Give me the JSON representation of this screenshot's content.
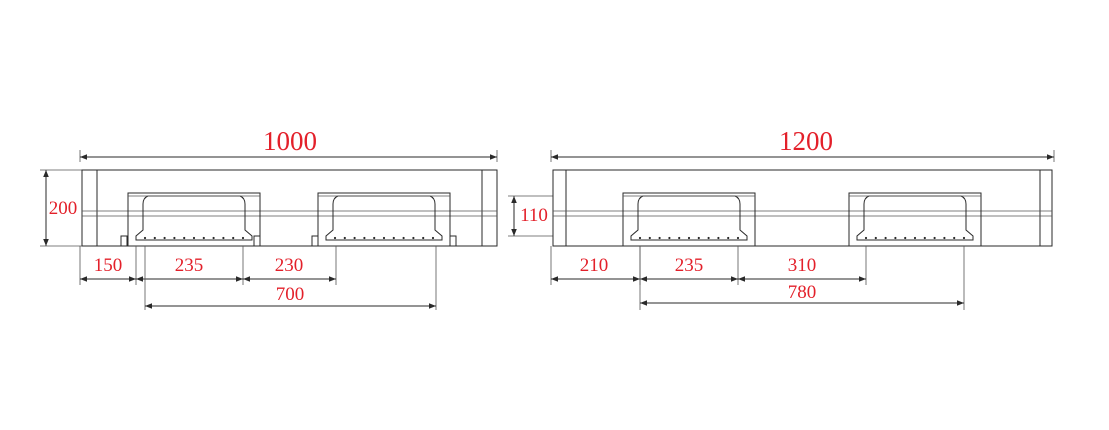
{
  "colors": {
    "dimension_text": "#e3202a",
    "lines": "#2a2a2a",
    "background": "#ffffff"
  },
  "left_pallet": {
    "overall_length": "1000",
    "height": "200",
    "dims_row1": [
      "150",
      "235",
      "230"
    ],
    "dim_row2": "700"
  },
  "right_pallet": {
    "overall_length": "1200",
    "height": "110",
    "dims_row1": [
      "210",
      "235",
      "310"
    ],
    "dim_row2": "780"
  }
}
